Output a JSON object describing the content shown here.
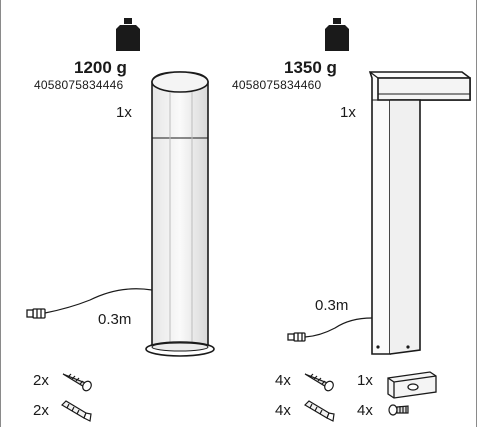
{
  "left_item": {
    "weight": "1200 g",
    "article_number": "4058075834446",
    "quantity": "1x",
    "cable_length": "0.3m",
    "screws_qty": "2x",
    "dowels_qty": "2x"
  },
  "right_item": {
    "weight": "1350 g",
    "article_number": "4058075834460",
    "quantity": "1x",
    "cable_length": "0.3m",
    "screws_qty": "4x",
    "bracket_qty": "1x",
    "dowels_qty": "4x",
    "bolts_qty": "4x"
  },
  "icons": [
    "weight-icon",
    "bollard-oval",
    "bollard-square",
    "connector",
    "screw",
    "wall-plug",
    "mounting-bracket",
    "bolt"
  ],
  "colors": {
    "line": "#1a1a1a",
    "frame": "#8a8a8a"
  }
}
